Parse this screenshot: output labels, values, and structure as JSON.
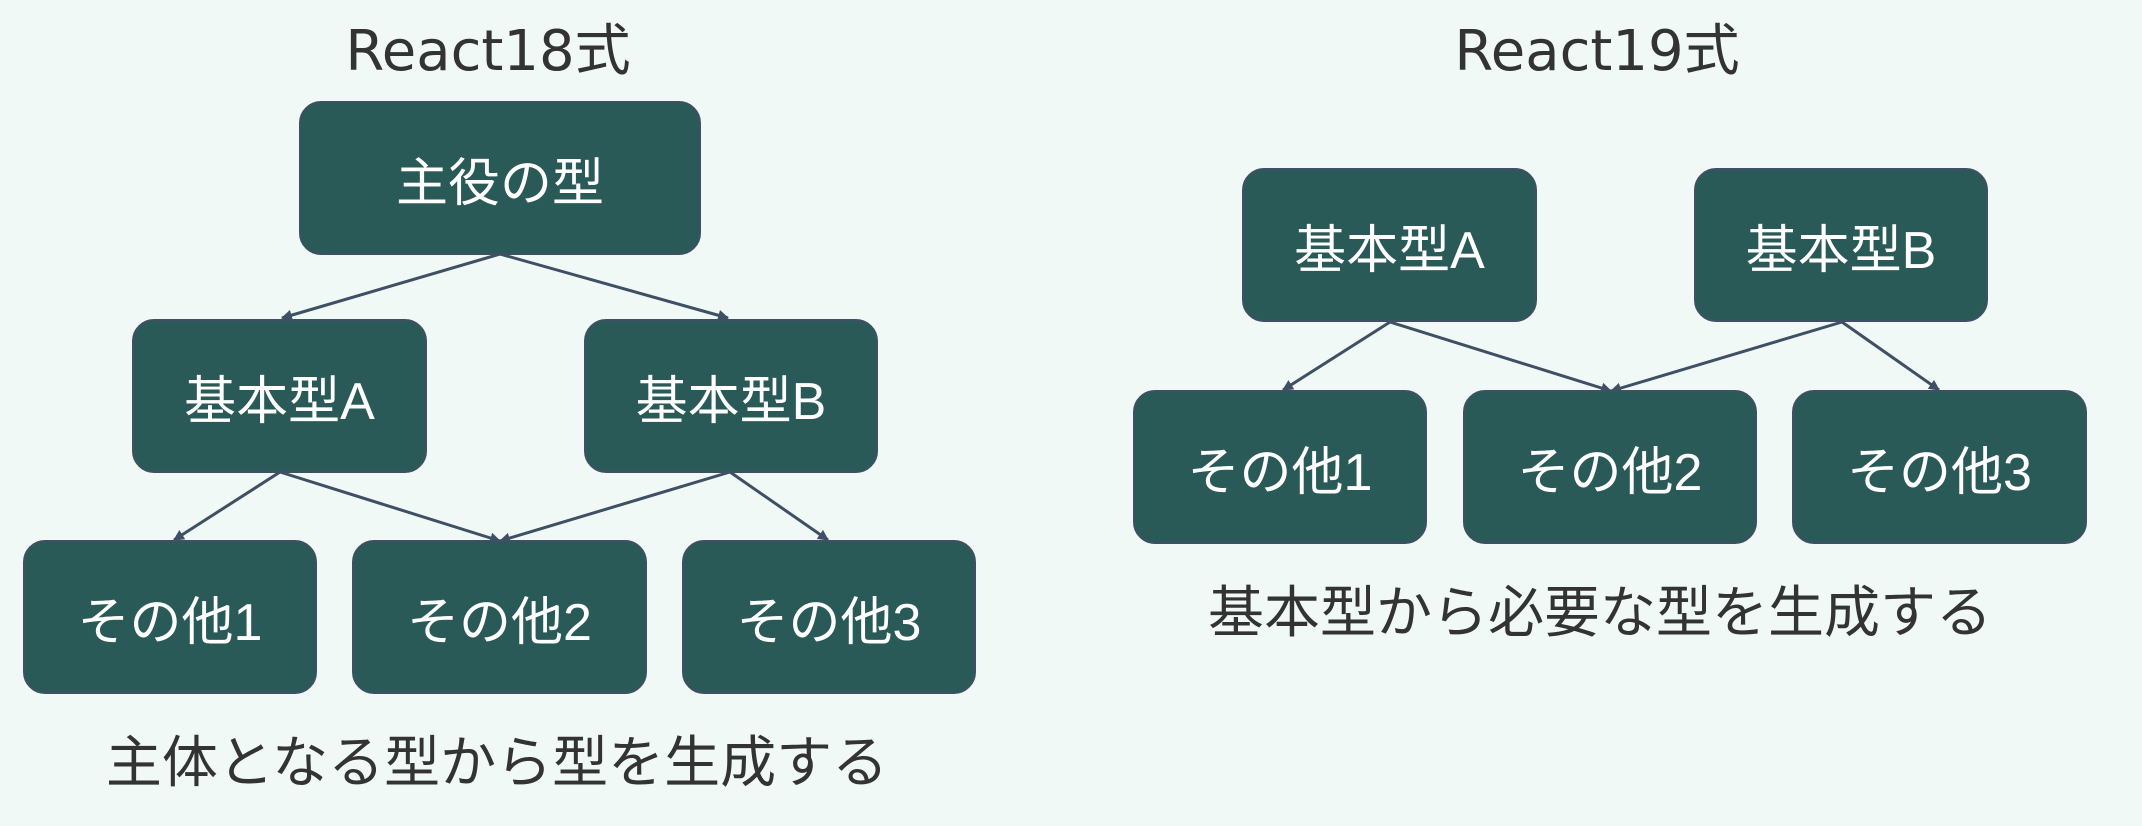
{
  "colors": {
    "background": "#f0f9f6",
    "node_fill": "#2a5a57",
    "node_border": "#3f4f64",
    "node_text": "#ffffff",
    "edge": "#3f4f64",
    "text": "#333333"
  },
  "react18": {
    "title": "React18式",
    "nodes": {
      "main": "主役の型",
      "base_a": "基本型A",
      "base_b": "基本型B",
      "other1": "その他1",
      "other2": "その他2",
      "other3": "その他3"
    },
    "caption": "主体となる型から型を生成する"
  },
  "react19": {
    "title": "React19式",
    "nodes": {
      "base_a": "基本型A",
      "base_b": "基本型B",
      "other1": "その他1",
      "other2": "その他2",
      "other3": "その他3"
    },
    "caption": "基本型から必要な型を生成する"
  }
}
